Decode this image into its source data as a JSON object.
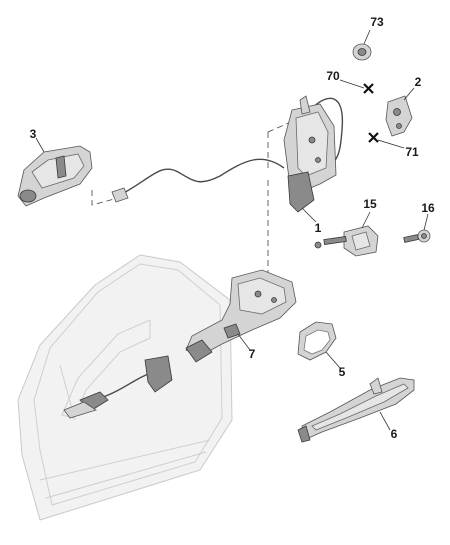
{
  "callouts": {
    "c73": "73",
    "c70": "70",
    "c2": "2",
    "c71": "71",
    "c3": "3",
    "c1": "1",
    "c15": "15",
    "c16": "16",
    "c7": "7",
    "c5": "5",
    "c6": "6"
  }
}
